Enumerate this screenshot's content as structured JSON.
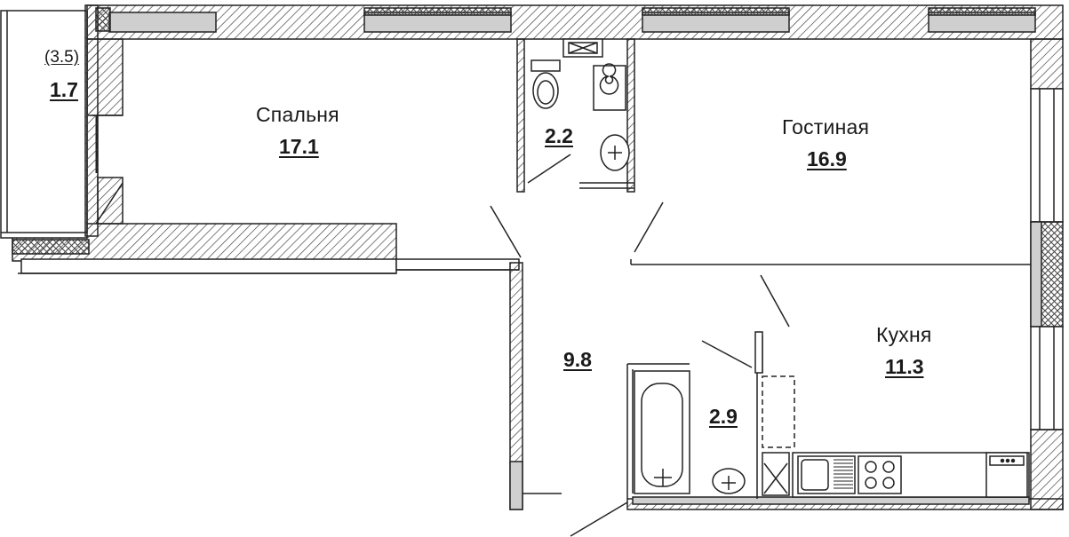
{
  "rooms": {
    "balcony": {
      "area_total": "(3.5)",
      "area": "1.7"
    },
    "bedroom": {
      "name": "Спальня",
      "area": "17.1"
    },
    "toilet": {
      "area": "2.2"
    },
    "living": {
      "name": "Гостиная",
      "area": "16.9"
    },
    "hall": {
      "area": "9.8"
    },
    "bathroom": {
      "area": "2.9"
    },
    "kitchen": {
      "name": "Кухня",
      "area": "11.3"
    }
  },
  "colors": {
    "wall": "#333333",
    "window": "#cfcfcf",
    "line": "#222222",
    "background": "#ffffff"
  }
}
